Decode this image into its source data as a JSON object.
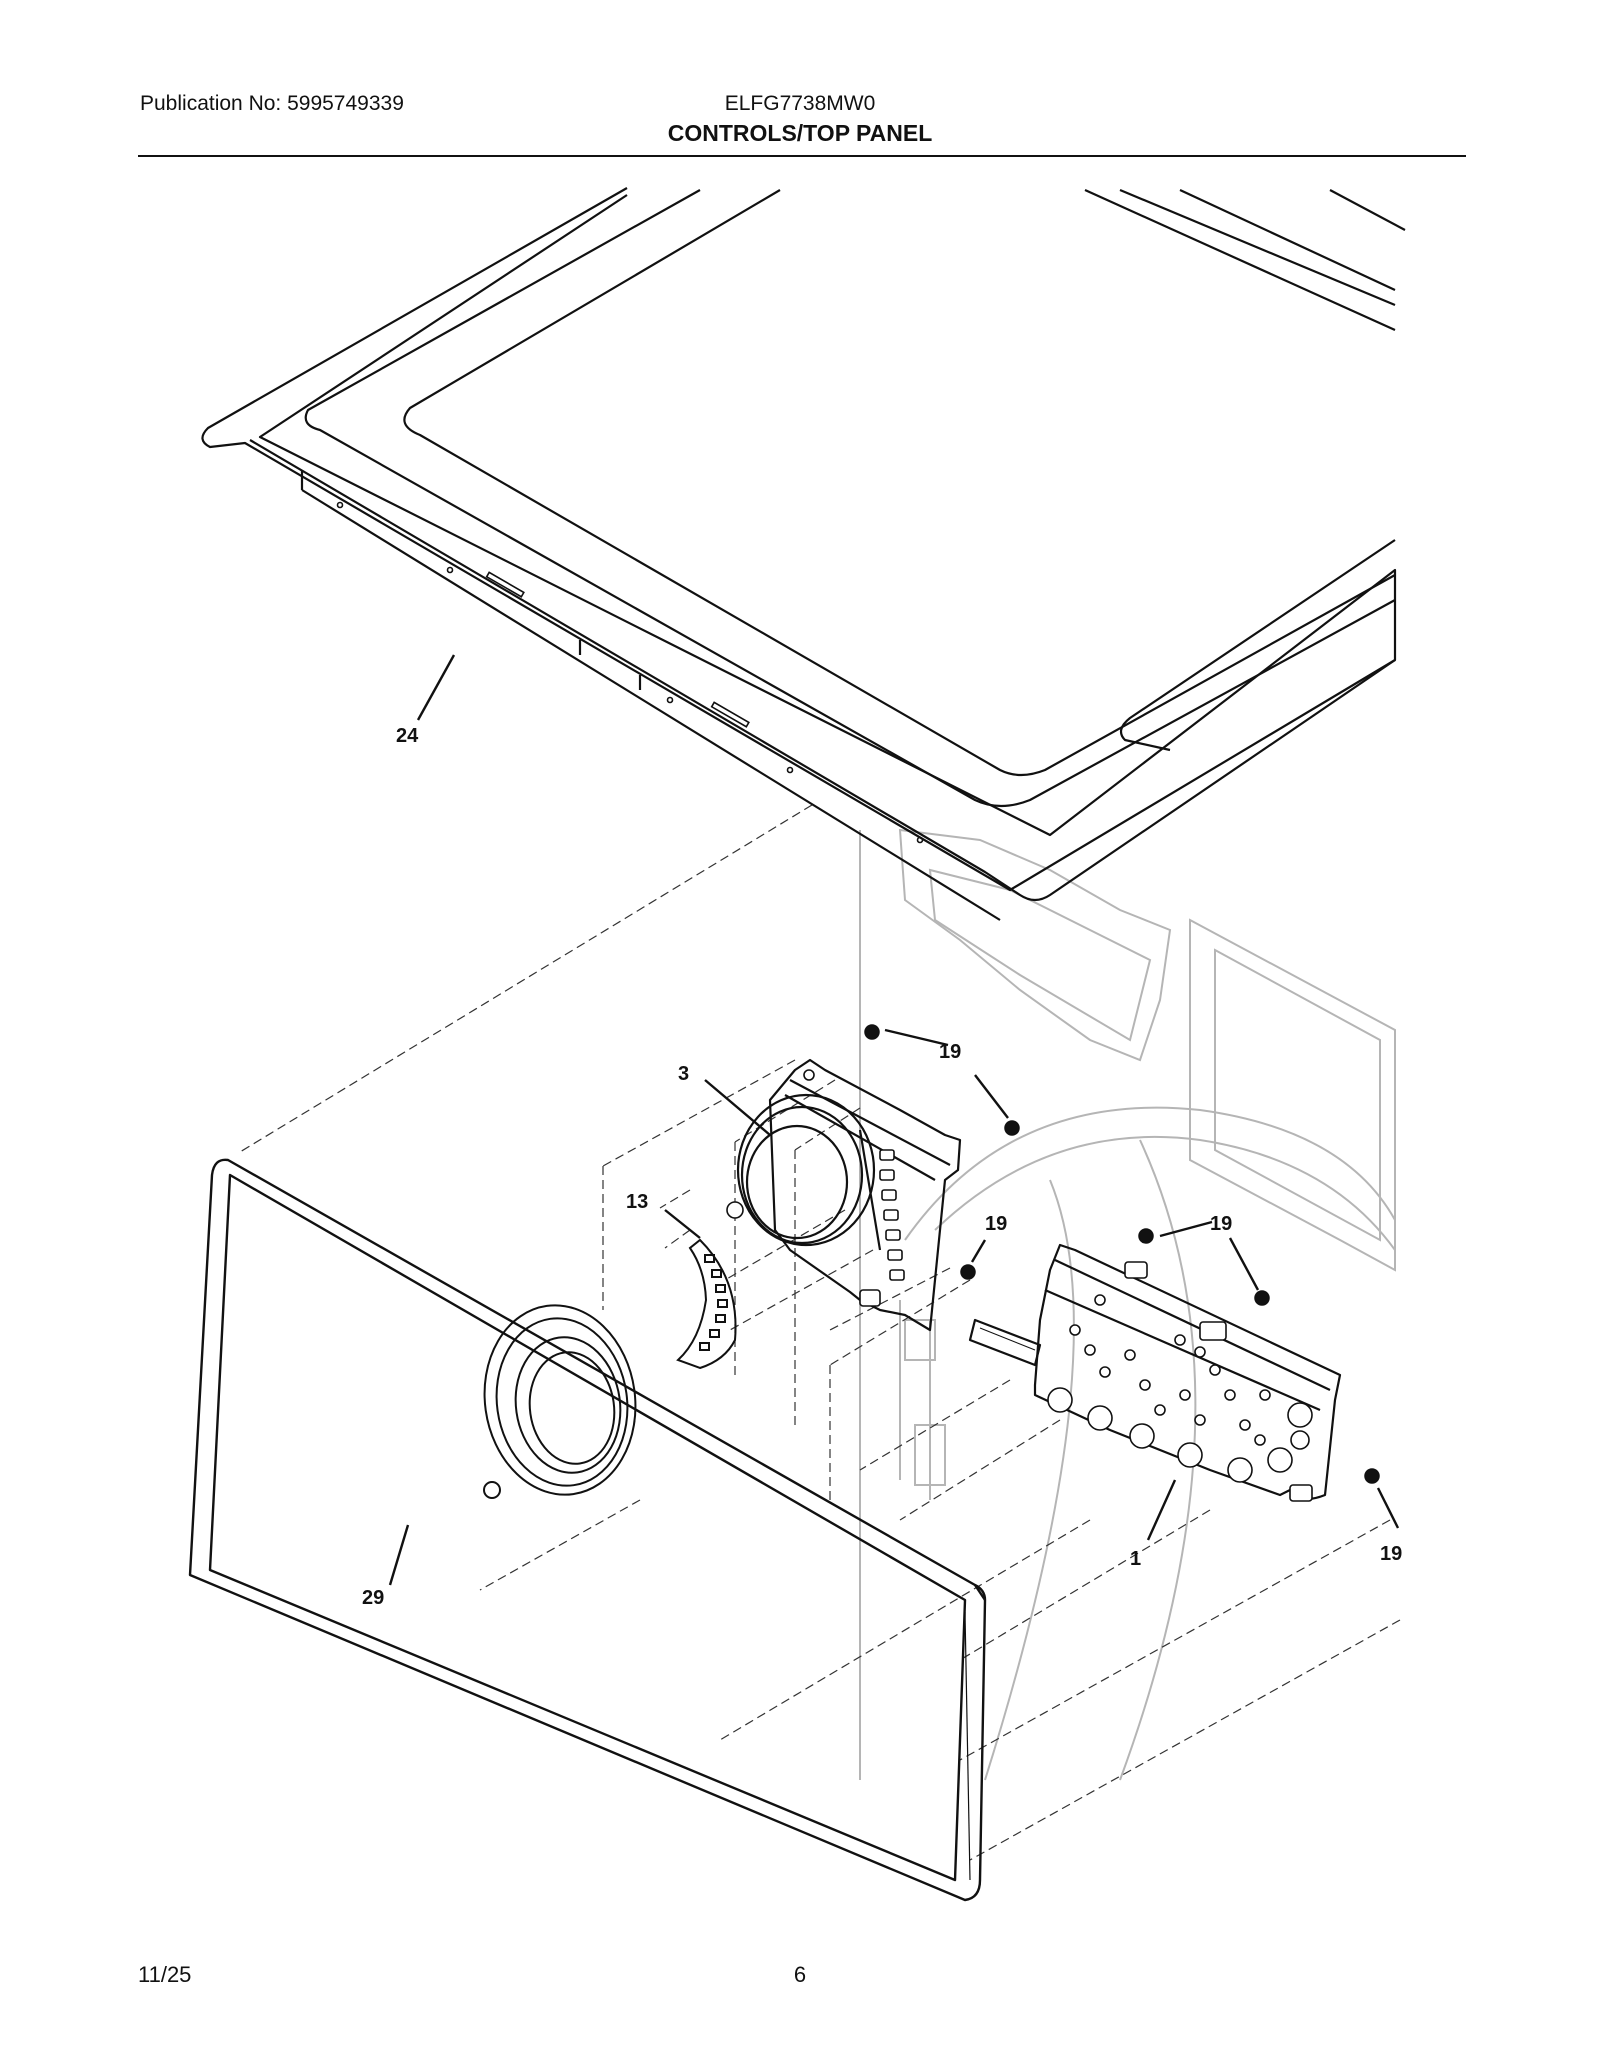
{
  "header": {
    "publication": "Publication No: 5995749339",
    "model": "ELFG7738MW0",
    "section_title": "CONTROLS/TOP PANEL"
  },
  "callouts": {
    "top_panel": "24",
    "main_control": "3",
    "led_board": "13",
    "screw_a": "19",
    "screw_b": "19",
    "screw_c": "19",
    "screw_d": "19",
    "user_interface": "1",
    "console": "29"
  },
  "footer": {
    "date": "11/25",
    "page": "6"
  }
}
